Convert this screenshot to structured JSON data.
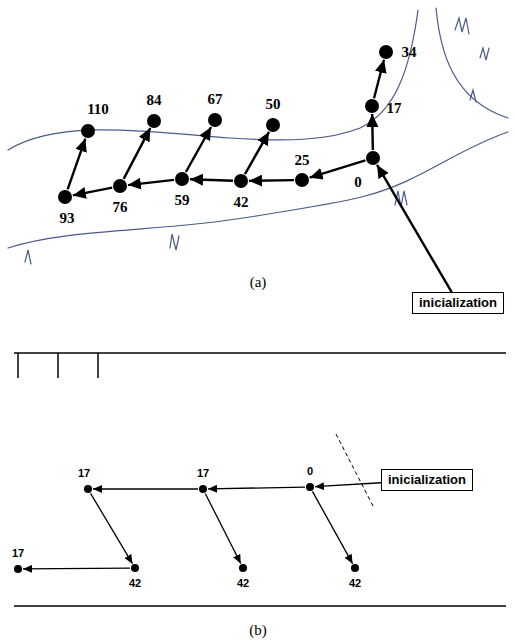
{
  "diagram": {
    "nodes": [
      {
        "text": [
          "0"
        ]
      },
      {
        "text": [
          "17"
        ]
      },
      {
        "text": [
          "34"
        ]
      },
      {
        "text": [
          "25"
        ]
      },
      {
        "text": [
          "42"
        ]
      },
      {
        "text": [
          "50"
        ]
      },
      {
        "text": [
          "59"
        ]
      },
      {
        "text": [
          "67"
        ]
      },
      {
        "text": [
          "76"
        ]
      },
      {
        "text": [
          "84"
        ]
      },
      {
        "text": [
          "93"
        ]
      },
      {
        "text": [
          "110"
        ]
      },
      {
        "text": [
          "inicialization"
        ]
      },
      {
        "text": [
          "0"
        ]
      },
      {
        "text": [
          "17"
        ]
      },
      {
        "text": [
          "17"
        ]
      },
      {
        "text": [
          "42"
        ]
      },
      {
        "text": [
          "42"
        ]
      },
      {
        "text": [
          "42"
        ]
      },
      {
        "text": [
          "17"
        ]
      },
      {
        "text": [
          "inicialization"
        ]
      }
    ],
    "edges": [
      {
        "from": 12,
        "to": 0,
        "arrow": "to"
      },
      {
        "from": 0,
        "to": 1,
        "arrow": "to"
      },
      {
        "from": 1,
        "to": 2,
        "arrow": "to"
      },
      {
        "from": 0,
        "to": 3,
        "arrow": "to"
      },
      {
        "from": 3,
        "to": 4,
        "arrow": "to"
      },
      {
        "from": 4,
        "to": 5,
        "arrow": "to"
      },
      {
        "from": 4,
        "to": 6,
        "arrow": "to"
      },
      {
        "from": 6,
        "to": 7,
        "arrow": "to"
      },
      {
        "from": 6,
        "to": 8,
        "arrow": "to"
      },
      {
        "from": 8,
        "to": 9,
        "arrow": "to"
      },
      {
        "from": 8,
        "to": 10,
        "arrow": "to"
      },
      {
        "from": 10,
        "to": 11,
        "arrow": "to"
      },
      {
        "from": 20,
        "to": 13,
        "arrow": "to"
      },
      {
        "from": 13,
        "to": 14,
        "arrow": "to"
      },
      {
        "from": 14,
        "to": 15,
        "arrow": "to"
      },
      {
        "from": 13,
        "to": 16,
        "arrow": "to"
      },
      {
        "from": 14,
        "to": 17,
        "arrow": "to"
      },
      {
        "from": 15,
        "to": 18,
        "arrow": "to"
      },
      {
        "from": 18,
        "to": 19,
        "arrow": "to"
      }
    ],
    "labels": [
      "(a)",
      "(b)"
    ]
  }
}
